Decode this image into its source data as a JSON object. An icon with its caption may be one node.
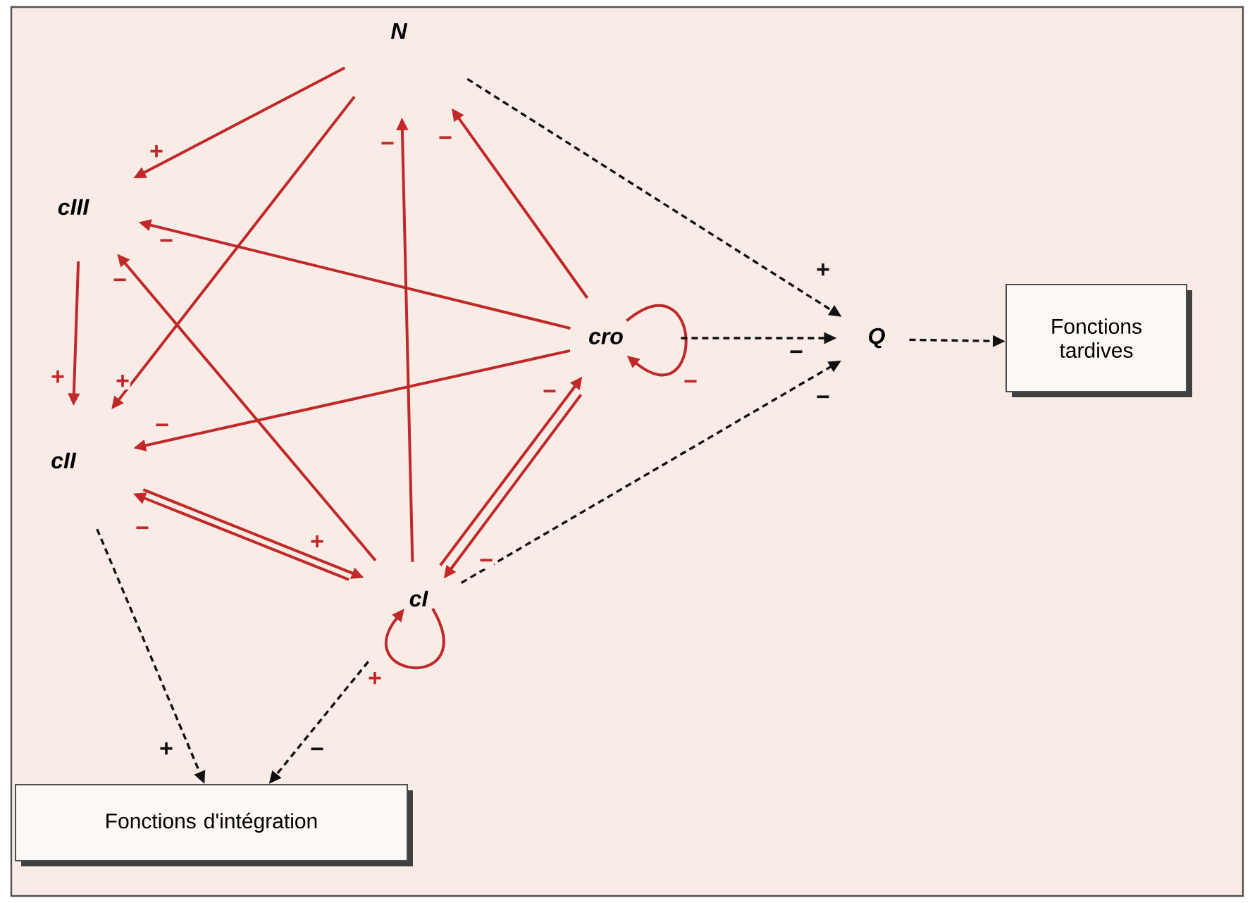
{
  "diagram": {
    "nodes": [
      {
        "text": [
          "N"
        ]
      },
      {
        "text": [
          "cIII"
        ]
      },
      {
        "text": [
          "cII"
        ]
      },
      {
        "text": [
          "cro"
        ]
      },
      {
        "text": [
          "cI"
        ]
      },
      {
        "text": [
          "Q"
        ]
      },
      {
        "text": [
          "Fonctions tardives"
        ]
      },
      {
        "text": [
          "Fonctions d'intégration"
        ]
      }
    ],
    "edges": [
      {
        "from": 0,
        "to": 1,
        "arrow": "to",
        "label": "+"
      },
      {
        "from": 0,
        "to": 2,
        "arrow": "to",
        "label": "+"
      },
      {
        "from": 4,
        "to": 0,
        "arrow": "to",
        "label": "−"
      },
      {
        "from": 3,
        "to": 0,
        "arrow": "to",
        "label": "−"
      },
      {
        "from": 3,
        "to": 1,
        "arrow": "to",
        "label": "−"
      },
      {
        "from": 1,
        "to": 2,
        "arrow": "to",
        "label": "+"
      },
      {
        "from": 4,
        "to": 1,
        "arrow": "to",
        "label": "−"
      },
      {
        "from": 3,
        "to": 2,
        "arrow": "to",
        "label": "−"
      },
      {
        "from": 2,
        "to": 4,
        "arrow": "to",
        "label": "+"
      },
      {
        "from": 4,
        "to": 2,
        "arrow": "to",
        "label": "−"
      },
      {
        "from": 4,
        "to": 3,
        "arrow": "to",
        "label": "−"
      },
      {
        "from": 3,
        "to": 4,
        "arrow": "to",
        "label": "−"
      },
      {
        "from": 3,
        "to": 3,
        "arrow": "to",
        "label": "−"
      },
      {
        "from": 4,
        "to": 4,
        "arrow": "to",
        "label": "+"
      },
      {
        "from": 0,
        "to": 5,
        "arrow": "to",
        "label": "+",
        "style": "dashed",
        "color": "#111111"
      },
      {
        "from": 3,
        "to": 5,
        "arrow": "to",
        "label": "−",
        "style": "dashed",
        "color": "#111111"
      },
      {
        "from": 4,
        "to": 5,
        "arrow": "to",
        "label": "−",
        "style": "dashed",
        "color": "#111111"
      },
      {
        "from": 5,
        "to": 6,
        "arrow": "to",
        "style": "dashed",
        "color": "#111111"
      },
      {
        "from": 2,
        "to": 7,
        "arrow": "to",
        "label": "+",
        "style": "dashed",
        "color": "#111111"
      },
      {
        "from": 4,
        "to": 7,
        "arrow": "to",
        "label": "−",
        "style": "dashed",
        "color": "#111111"
      }
    ]
  }
}
